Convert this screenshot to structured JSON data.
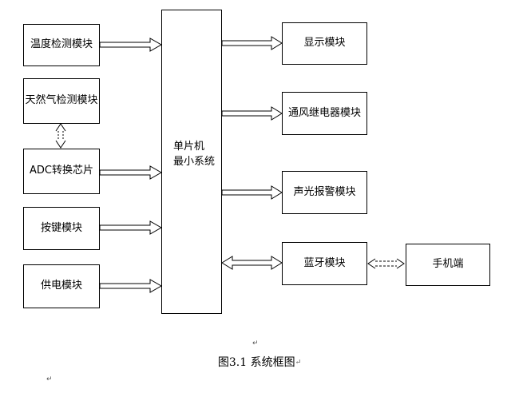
{
  "diagram": {
    "inputs": [
      {
        "id": "temp",
        "label": "温度检测模块"
      },
      {
        "id": "gas",
        "label": "天然气检测模块"
      },
      {
        "id": "adc",
        "label": "ADC转换芯片"
      },
      {
        "id": "keys",
        "label": "按键模块"
      },
      {
        "id": "power",
        "label": "供电模块"
      }
    ],
    "mcu": {
      "line1": "单片机",
      "line2": "最小系统"
    },
    "outputs": [
      {
        "id": "display",
        "label": "显示模块"
      },
      {
        "id": "relay",
        "label": "通风继电器模块"
      },
      {
        "id": "alarm",
        "label": "声光报警模块"
      },
      {
        "id": "bluetooth",
        "label": "蓝牙模块"
      }
    ],
    "phone": {
      "label": "手机端"
    }
  },
  "caption": {
    "text": "图3.1 系统框图",
    "paragraph_mark": "↵"
  }
}
